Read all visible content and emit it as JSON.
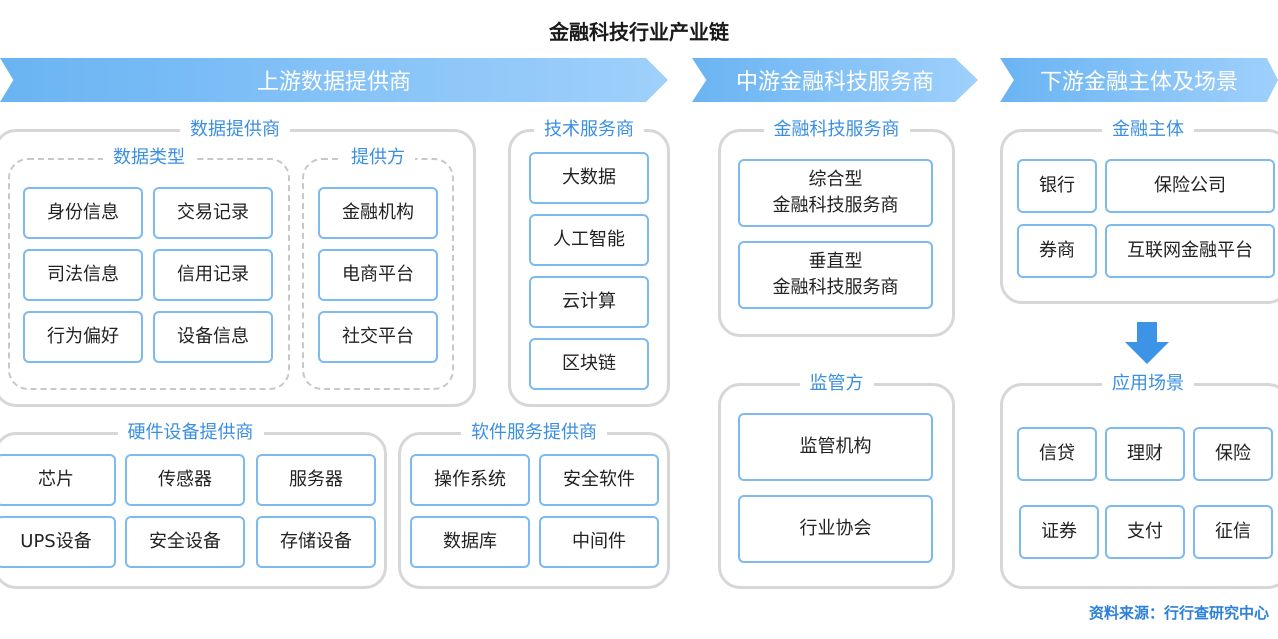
{
  "title": "金融科技行业产业链",
  "banners": {
    "upstream": "上游数据提供商",
    "midstream": "中游金融科技服务商",
    "downstream": "下游金融主体及场景"
  },
  "upstream": {
    "data_providers": {
      "label": "数据提供商",
      "data_types": {
        "label": "数据类型",
        "items": [
          "身份信息",
          "交易记录",
          "司法信息",
          "信用记录",
          "行为偏好",
          "设备信息"
        ]
      },
      "suppliers": {
        "label": "提供方",
        "items": [
          "金融机构",
          "电商平台",
          "社交平台"
        ]
      }
    },
    "tech_services": {
      "label": "技术服务商",
      "items": [
        "大数据",
        "人工智能",
        "云计算",
        "区块链"
      ]
    },
    "hardware": {
      "label": "硬件设备提供商",
      "items": [
        "芯片",
        "传感器",
        "服务器",
        "UPS设备",
        "安全设备",
        "存储设备"
      ]
    },
    "software": {
      "label": "软件服务提供商",
      "items": [
        "操作系统",
        "安全软件",
        "数据库",
        "中间件"
      ]
    }
  },
  "midstream": {
    "fintech_services": {
      "label": "金融科技服务商",
      "items": [
        "综合型\n金融科技服务商",
        "垂直型\n金融科技服务商"
      ]
    },
    "regulators": {
      "label": "监管方",
      "items": [
        "监管机构",
        "行业协会"
      ]
    }
  },
  "downstream": {
    "entities": {
      "label": "金融主体",
      "items": [
        "银行",
        "保险公司",
        "券商",
        "互联网金融平台"
      ]
    },
    "scenarios": {
      "label": "应用场景",
      "items": [
        "信贷",
        "理财",
        "保险",
        "证券",
        "支付",
        "征信"
      ]
    }
  },
  "source": "资料来源：行行查研究中心"
}
